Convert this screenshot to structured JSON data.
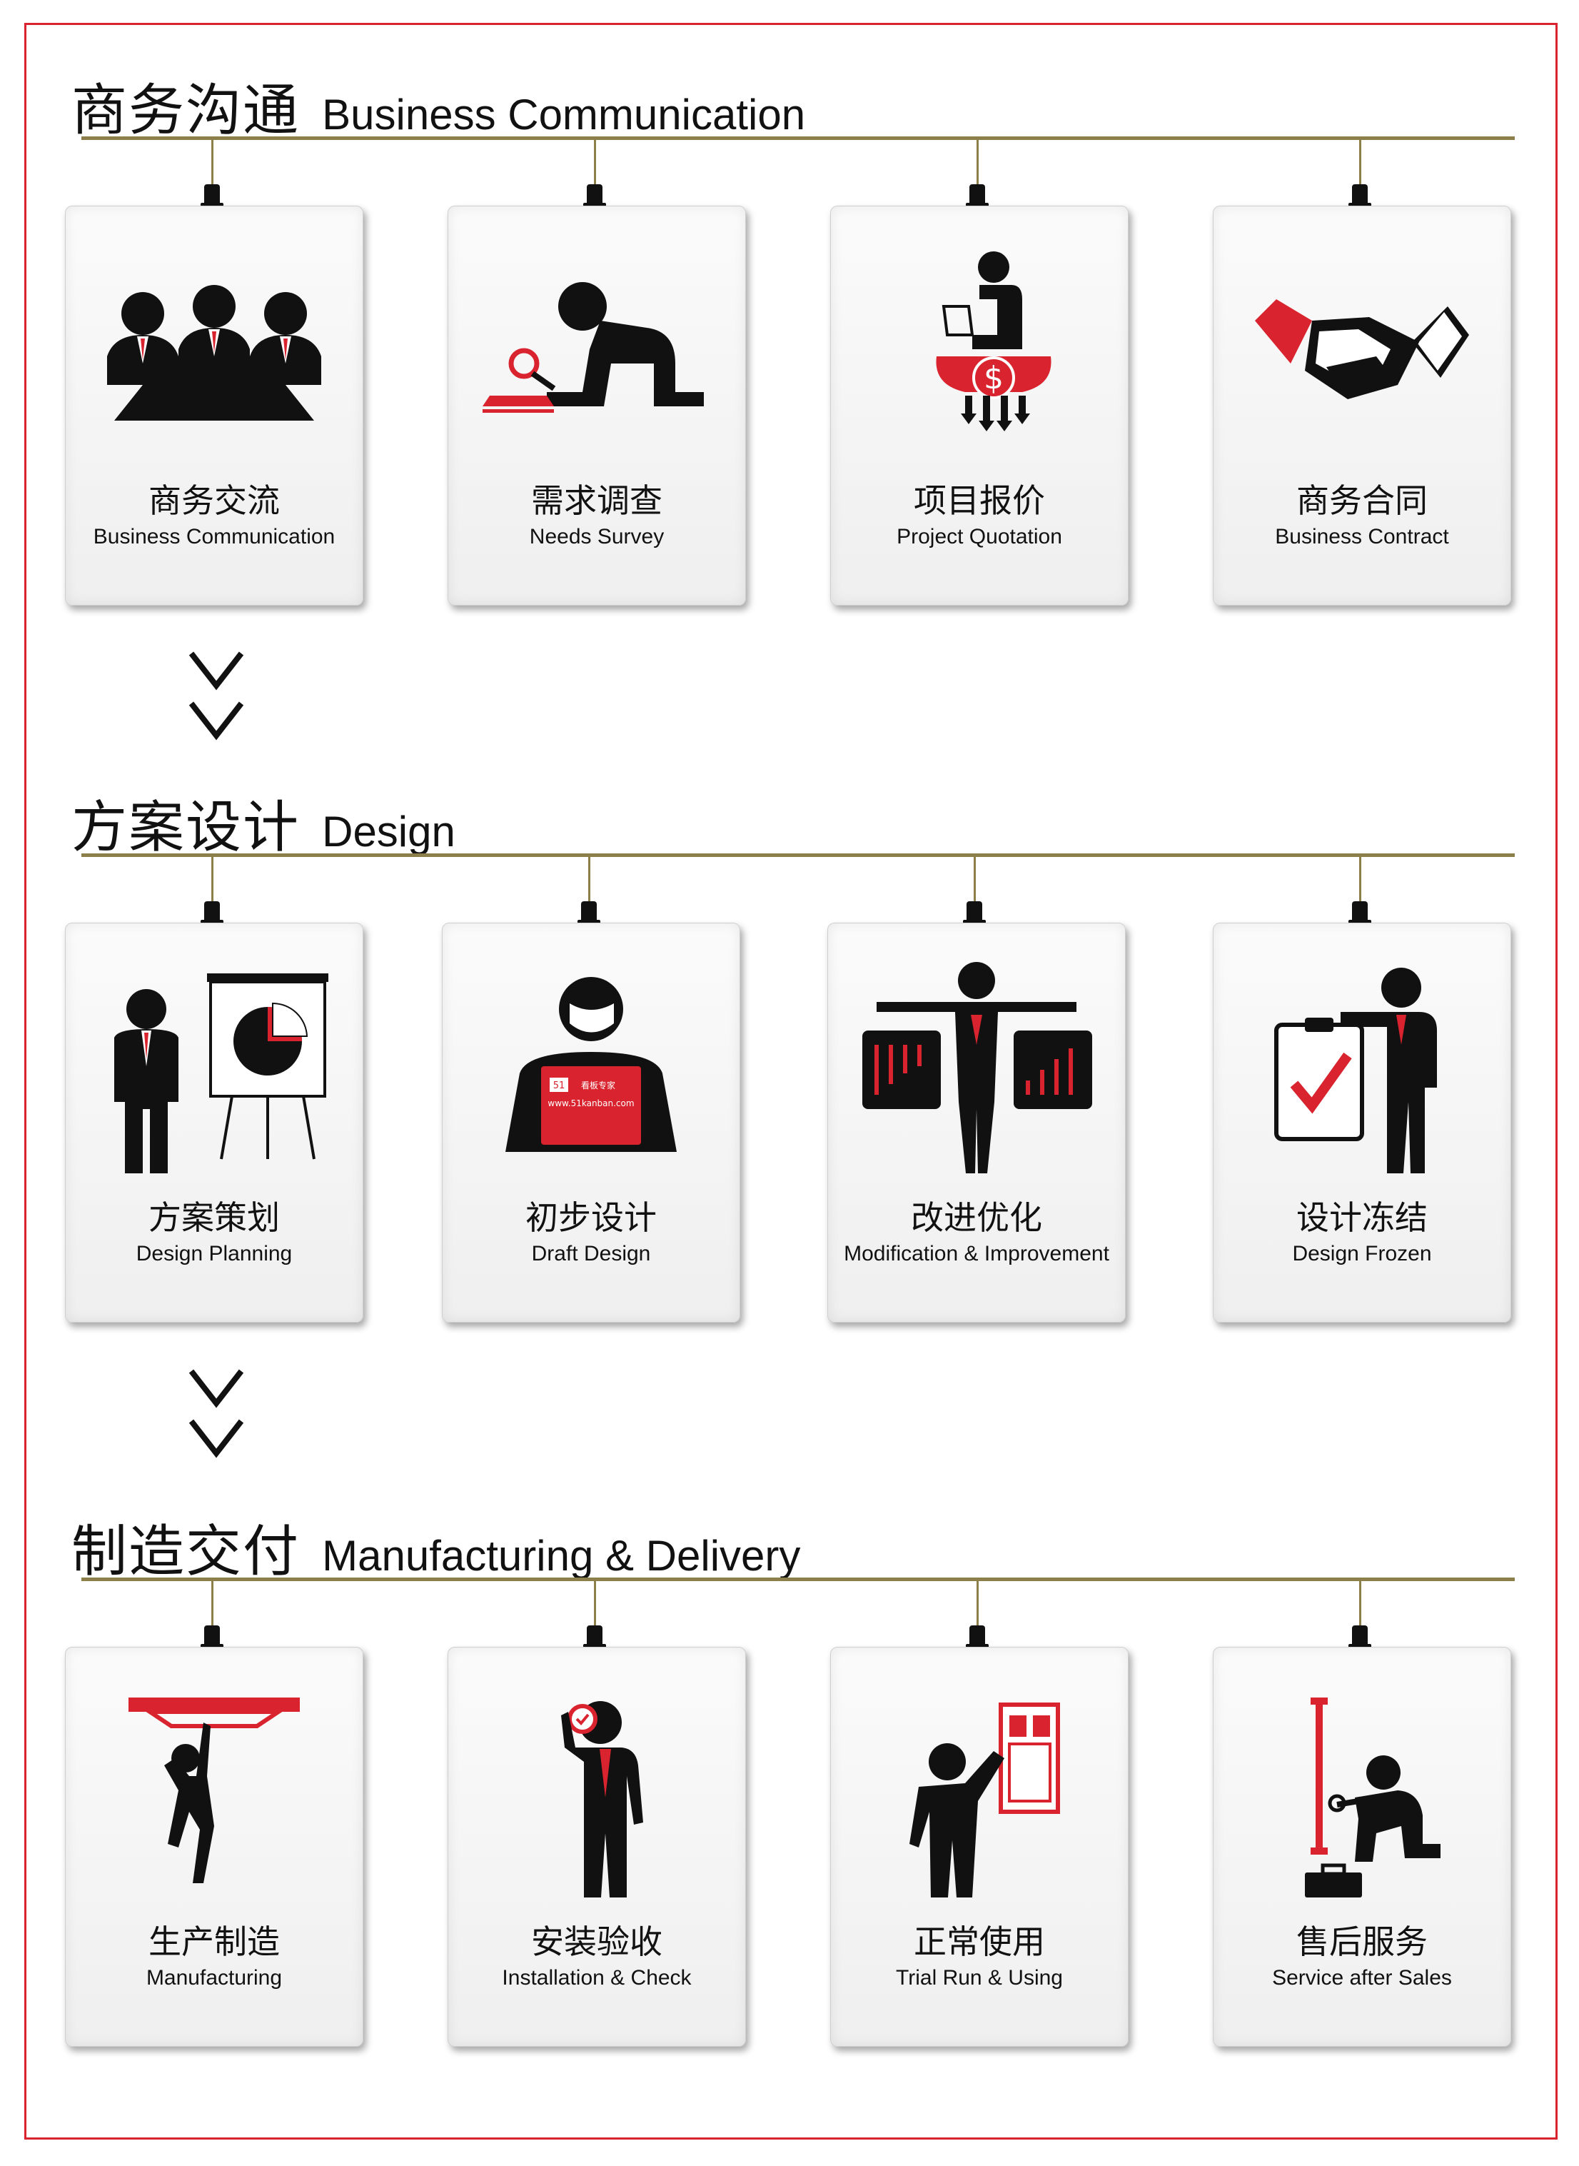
{
  "colors": {
    "accent": "#d9232e",
    "rail": "#8d7f4a",
    "ink": "#111111"
  },
  "sections": [
    {
      "cn": "商务沟通",
      "en": "Business Communication",
      "cards": [
        {
          "cn": "商务交流",
          "en": "Business Communication",
          "icon": "meeting-icon"
        },
        {
          "cn": "需求调查",
          "en": "Needs Survey",
          "icon": "magnifier-research-icon"
        },
        {
          "cn": "项目报价",
          "en": "Project Quotation",
          "icon": "quotation-dollar-icon"
        },
        {
          "cn": "商务合同",
          "en": "Business Contract",
          "icon": "handshake-icon"
        }
      ]
    },
    {
      "cn": "方案设计",
      "en": "Design",
      "cards": [
        {
          "cn": "方案策划",
          "en": "Design Planning",
          "icon": "presentation-chart-icon"
        },
        {
          "cn": "初步设计",
          "en": "Draft Design",
          "icon": "laptop-designer-icon",
          "laptop_brand": "51",
          "laptop_brand_cn": "看板专家",
          "laptop_url": "www.51kanban.com"
        },
        {
          "cn": "改进优化",
          "en": "Modification & Improvement",
          "icon": "balance-improvement-icon"
        },
        {
          "cn": "设计冻结",
          "en": "Design Frozen",
          "icon": "checklist-approve-icon"
        }
      ]
    },
    {
      "cn": "制造交付",
      "en": "Manufacturing & Delivery",
      "cards": [
        {
          "cn": "生产制造",
          "en": "Manufacturing",
          "icon": "lifting-beam-icon"
        },
        {
          "cn": "安装验收",
          "en": "Installation & Check",
          "icon": "inspection-icon"
        },
        {
          "cn": "正常使用",
          "en": "Trial Run & Using",
          "icon": "operate-panel-icon"
        },
        {
          "cn": "售后服务",
          "en": "Service after Sales",
          "icon": "repair-service-icon"
        }
      ]
    }
  ]
}
